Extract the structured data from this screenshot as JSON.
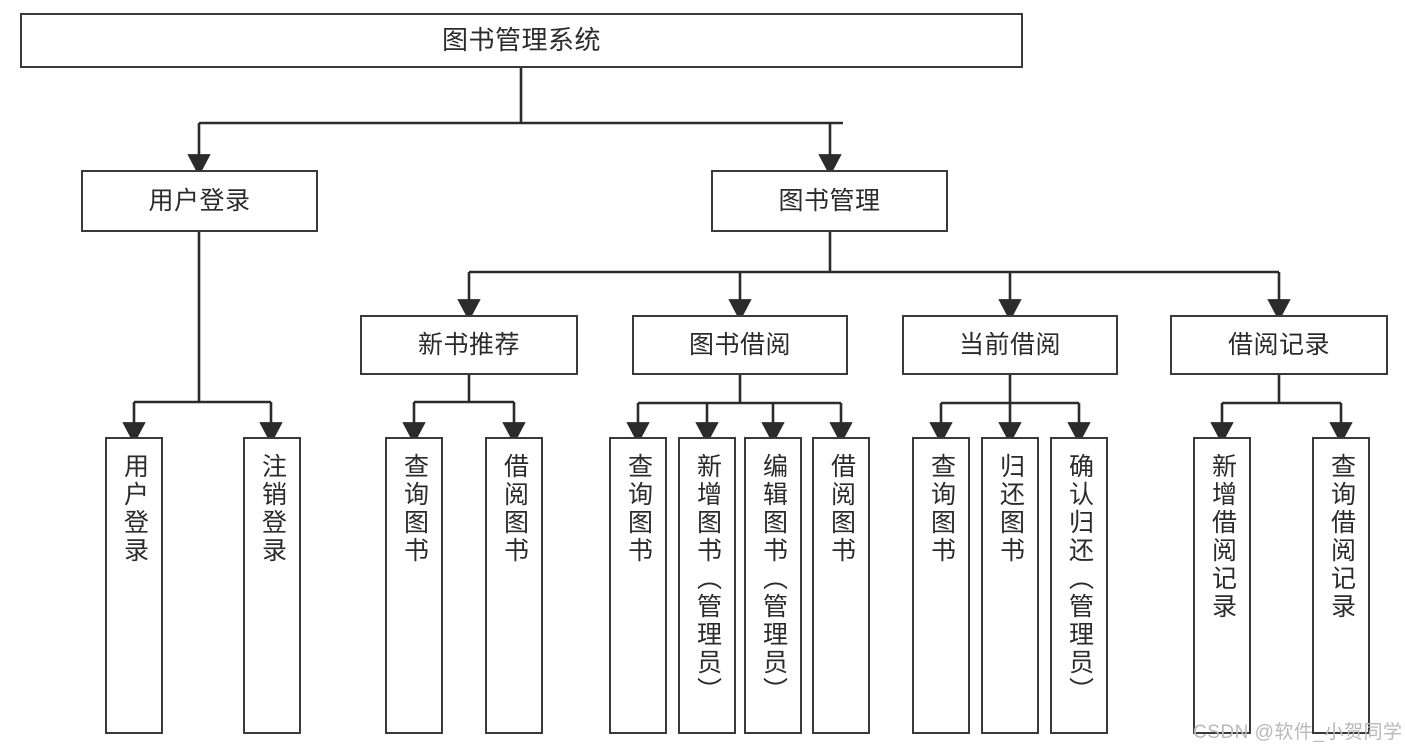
{
  "diagram": {
    "title": "图书管理系统",
    "type": "hierarchy-tree",
    "style": {
      "box_border_color": "#3a3a3a",
      "box_fill_color": "#ffffff",
      "line_color": "#2b2b2b",
      "text_color": "#2b2b2b",
      "background": "#ffffff"
    },
    "levels": {
      "root": {
        "label": "图书管理系统"
      },
      "level2": [
        {
          "label": "用户登录"
        },
        {
          "label": "图书管理"
        }
      ],
      "level3": [
        {
          "label": "新书推荐"
        },
        {
          "label": "图书借阅"
        },
        {
          "label": "当前借阅"
        },
        {
          "label": "借阅记录"
        }
      ],
      "leaves": [
        {
          "label": "用户登录",
          "parent": "用户登录"
        },
        {
          "label": "注销登录",
          "parent": "用户登录"
        },
        {
          "label": "查询图书",
          "parent": "新书推荐"
        },
        {
          "label": "借阅图书",
          "parent": "新书推荐"
        },
        {
          "label": "查询图书",
          "parent": "图书借阅"
        },
        {
          "label": "新增图书（管理员）",
          "parent": "图书借阅"
        },
        {
          "label": "编辑图书（管理员）",
          "parent": "图书借阅"
        },
        {
          "label": "借阅图书",
          "parent": "图书借阅"
        },
        {
          "label": "查询图书",
          "parent": "当前借阅"
        },
        {
          "label": "归还图书",
          "parent": "当前借阅"
        },
        {
          "label": "确认归还（管理员）",
          "parent": "当前借阅"
        },
        {
          "label": "新增借阅记录",
          "parent": "借阅记录"
        },
        {
          "label": "查询借阅记录",
          "parent": "借阅记录"
        }
      ]
    },
    "watermark": "CSDN @软件_小贺同学"
  }
}
